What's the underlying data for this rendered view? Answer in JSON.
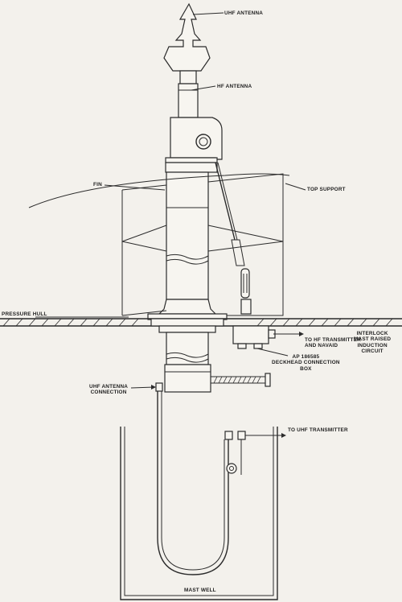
{
  "labels": {
    "uhf_antenna": "UHF ANTENNA",
    "hf_antenna": "HF ANTENNA",
    "fin": "FIN",
    "top_support": "TOP SUPPORT",
    "pressure_hull": "PRESSURE HULL",
    "to_hf_transmitter_line1": "TO HF TRANSMITTER",
    "to_hf_transmitter_line2": "AND NAVAID",
    "interlock_line1": "INTERLOCK",
    "interlock_line2": "MAST RAISED",
    "interlock_line3": "INDUCTION",
    "interlock_line4": "CIRCUIT",
    "deckhead_line1": "AP 186585",
    "deckhead_line2": "DECKHEAD CONNECTION",
    "deckhead_line3": "BOX",
    "uhf_connection_line1": "UHF ANTENNA",
    "uhf_connection_line2": "CONNECTION",
    "to_uhf_transmitter": "TO UHF TRANSMITTER",
    "mast_well": "MAST WELL"
  }
}
